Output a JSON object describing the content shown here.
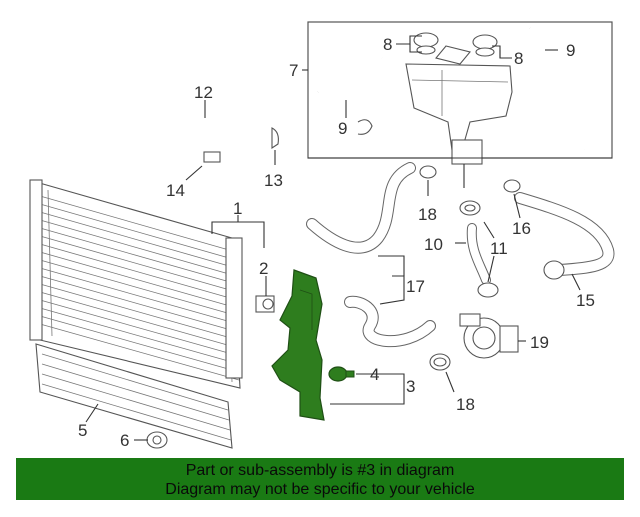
{
  "diagram": {
    "callouts": [
      "1",
      "2",
      "3",
      "4",
      "5",
      "6",
      "7",
      "8",
      "8",
      "9",
      "9",
      "10",
      "11",
      "12",
      "13",
      "14",
      "15",
      "16",
      "17",
      "18",
      "18",
      "19"
    ],
    "highlight_color": "#2e7d1e",
    "banner_color": "#1a7a14"
  },
  "banner": {
    "line1": "Part or sub-assembly is #3 in diagram",
    "line2": "Diagram may not be specific to your vehicle"
  }
}
